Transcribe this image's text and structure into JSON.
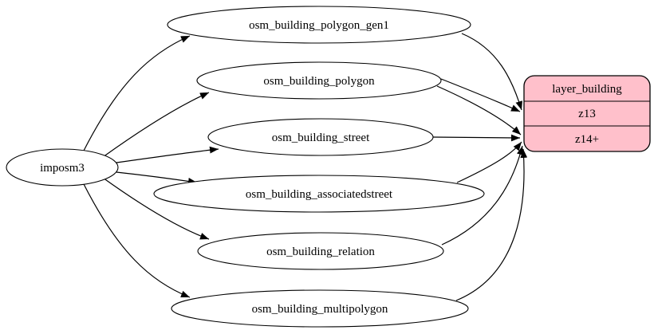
{
  "diagram": {
    "imposm3": {
      "label": "imposm3"
    },
    "tables": [
      {
        "label": "osm_building_polygon_gen1"
      },
      {
        "label": "osm_building_polygon"
      },
      {
        "label": "osm_building_street"
      },
      {
        "label": "osm_building_associatedstreet"
      },
      {
        "label": "osm_building_relation"
      },
      {
        "label": "osm_building_multipolygon"
      }
    ],
    "layer": {
      "title": "layer_building",
      "rows": [
        {
          "label": "z13"
        },
        {
          "label": "z14+"
        }
      ],
      "fill_color": "#ffc0cb",
      "stroke_color": "#000000"
    },
    "edges": [
      {
        "from": "imposm3",
        "to": "osm_building_polygon_gen1"
      },
      {
        "from": "imposm3",
        "to": "osm_building_polygon"
      },
      {
        "from": "imposm3",
        "to": "osm_building_street"
      },
      {
        "from": "imposm3",
        "to": "osm_building_associatedstreet"
      },
      {
        "from": "imposm3",
        "to": "osm_building_relation"
      },
      {
        "from": "imposm3",
        "to": "osm_building_multipolygon"
      },
      {
        "from": "osm_building_polygon_gen1",
        "to": "layer_building:z13"
      },
      {
        "from": "osm_building_polygon",
        "to": "layer_building:z13"
      },
      {
        "from": "osm_building_polygon",
        "to": "layer_building:z14+"
      },
      {
        "from": "osm_building_street",
        "to": "layer_building:z14+"
      },
      {
        "from": "osm_building_associatedstreet",
        "to": "layer_building:z14+"
      },
      {
        "from": "osm_building_relation",
        "to": "layer_building:z14+"
      },
      {
        "from": "osm_building_multipolygon",
        "to": "layer_building:z14+"
      }
    ]
  }
}
